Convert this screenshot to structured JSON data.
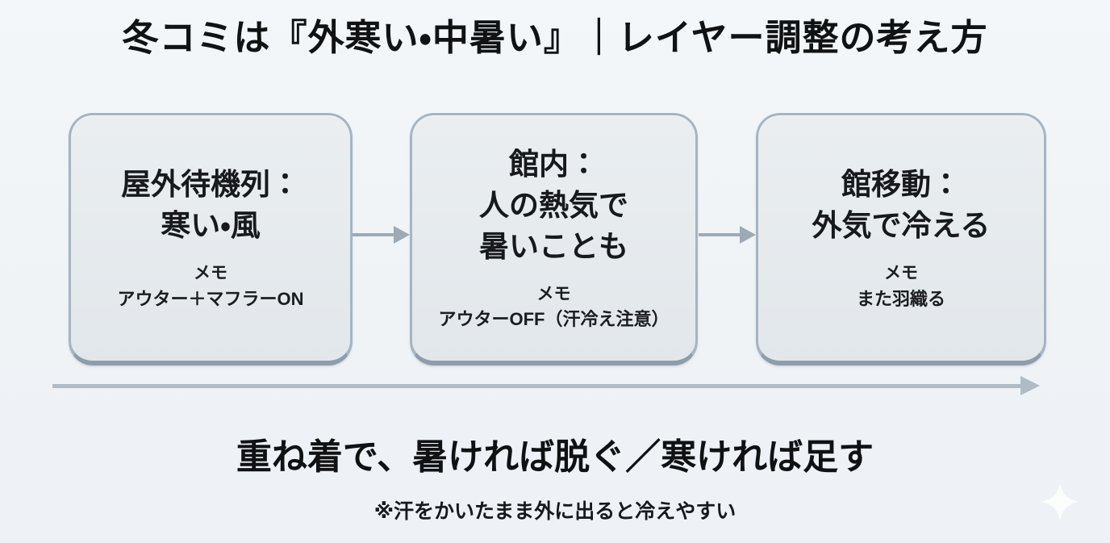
{
  "title": "冬コミは『外寒い・中暑い』｜レイヤー調整の考え方",
  "steps": [
    {
      "id": "outdoor-queue",
      "main": "屋外待機列：\n寒い・風",
      "memo_label": "メモ",
      "memo_text": "アウター＋マフラーON"
    },
    {
      "id": "inside-hall",
      "main": "館内：\n人の熱気で\n暑いことも",
      "memo_label": "メモ",
      "memo_text": "アウターOFF（汗冷え注意）"
    },
    {
      "id": "hall-move",
      "main": "館移動：\n外気で冷える",
      "memo_label": "メモ",
      "memo_text": "また羽織る"
    }
  ],
  "summary": "重ね着で、暑ければ脱ぐ／寒ければ足す",
  "footnote": "※汗をかいたまま外に出ると冷えやすい",
  "icons": {
    "sparkle": "four-pointed-star watermark"
  },
  "colors": {
    "background": "#eff3f6",
    "card_fill": "#e5eaed",
    "card_border": "#a7b4c1",
    "card_border_bottom": "#8e9cab",
    "connector_arrow": "#9daab6",
    "timeline_arrow": "#b0bbc6",
    "text": "#141414"
  }
}
